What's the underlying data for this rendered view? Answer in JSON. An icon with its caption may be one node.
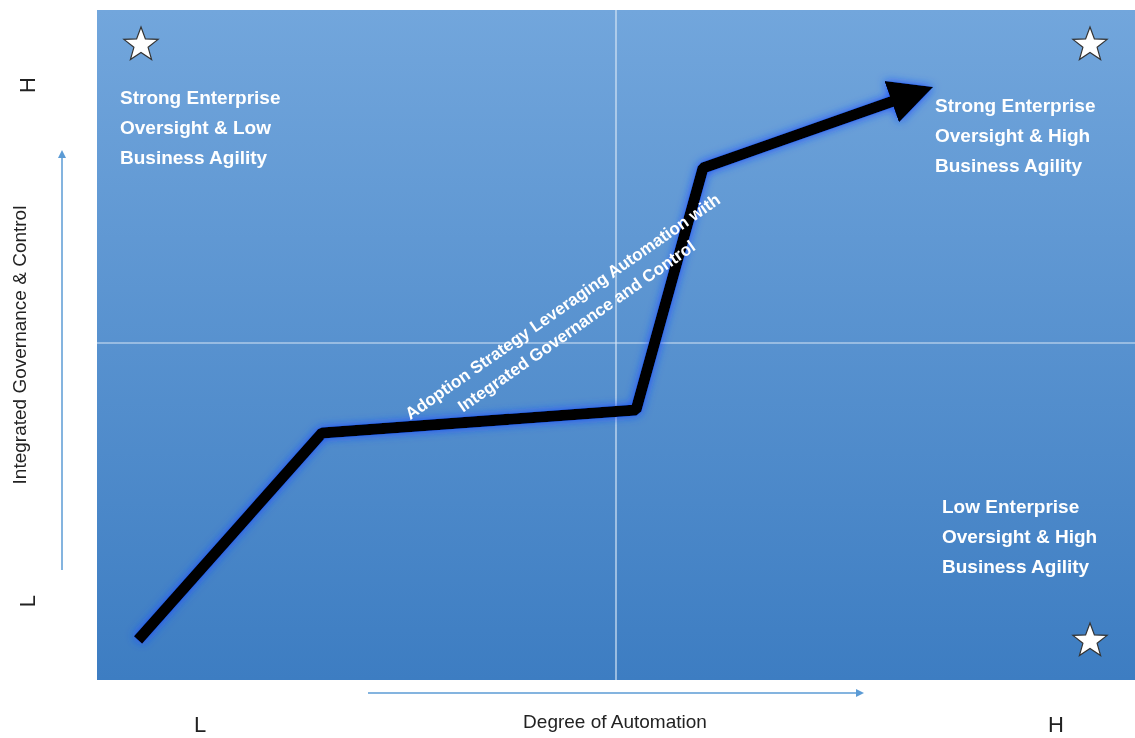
{
  "diagram": {
    "labels": [
      "H",
      "Strong Enterprise Oversight & Low Business Agility",
      "Strong Enterprise Oversight & High Business Agility",
      "Integrated Governance & Control",
      "Adoption Strategy Leveraging Automation with Integrated Governance and Control",
      "Low Enterprise Oversight & High Business Agility",
      "L",
      "L",
      "Degree of Automation",
      "H"
    ]
  }
}
